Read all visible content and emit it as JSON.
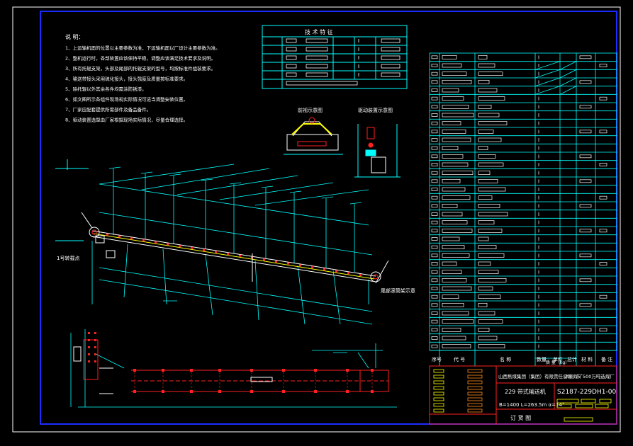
{
  "drawing": {
    "notes_title": "说 明：",
    "notes": [
      "1、上运输机面的位置以主要参数为准，下运输机面以厂设计主要参数为准。",
      "2、整机运行时，各部装置应该保持平稳，调整应该满足技术要求及说明。",
      "3、所有托辊支架，头部及尾部的托辊支架的型号，均按标准件组装要求。",
      "4、输送带接头采用硫化接头，接头强度及质量按标准要求。",
      "5、除托辊以外其余各件均需涂防锈漆。",
      "6、如文图所示各组件现场视实际情况可适当调整安装位置。",
      "7、厂家应配套提供所需部件及备品备件。",
      "8、驱动装置选型由厂家根据现场实际情况，尽量合理选择。"
    ],
    "tech_table_title": "技 术 特 征",
    "view_label_front": "前视示意图",
    "view_label_side": "驱动装置示意图",
    "label_left": "1号转载点",
    "label_right": "尾部滚筒架示意",
    "title_block": {
      "company": "山西焦煤集团（集团）有限责任公司",
      "project": "洪洞煤矿500万吨选煤厂",
      "name": "229 带式输送机",
      "params": "B=1400  L=263.5m  α=14°",
      "code": "S2187-229DH1-00",
      "footer": "订 货 图",
      "header_cols": [
        "序号",
        "代 号",
        "名 称",
        "数量",
        "单件",
        "总计",
        "材 料",
        "备 注"
      ],
      "weight_label": "质 量（kg）"
    }
  },
  "colors": {
    "background": "#000000",
    "frame": "#1c2cff",
    "line_cyan": "#00ffff",
    "line_white": "#ffffff",
    "line_red": "#ff2020",
    "line_yellow": "#ffff00",
    "line_magenta": "#ff40ff",
    "line_orange": "#ff8c1a"
  }
}
